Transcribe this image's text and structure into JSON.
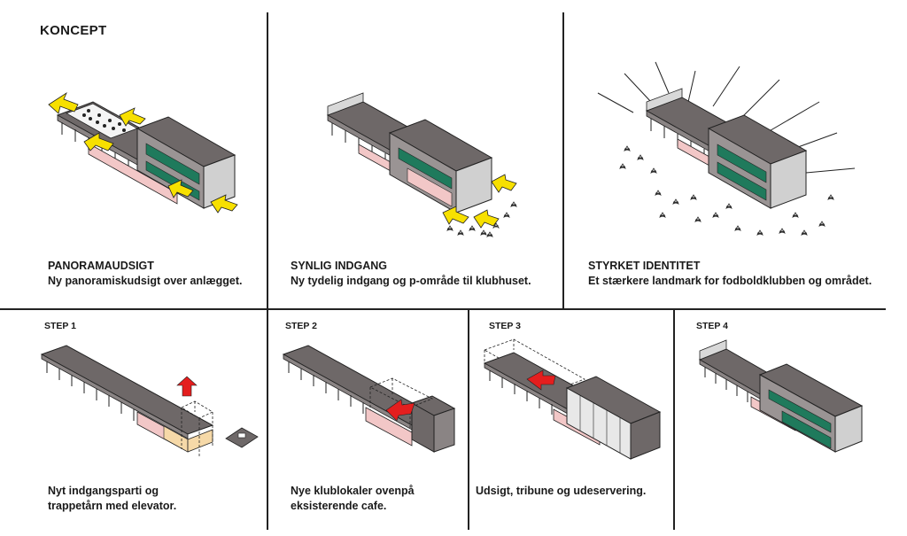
{
  "header": {
    "title": "KONCEPT"
  },
  "concepts": [
    {
      "heading": "PANORAMAUDSIGT",
      "text": "Ny panoramiskudsigt over anlægget."
    },
    {
      "heading": "SYNLIG INDGANG",
      "text": "Ny tydelig indgang og p-område til klubhuset."
    },
    {
      "heading": "STYRKET IDENTITET",
      "text": "Et stærkere landmark for fodboldklubben og området."
    }
  ],
  "steps": [
    {
      "label": "STEP 1",
      "caption_line1": "Nyt indgangsparti og",
      "caption_line2": "trappetårn med elevator."
    },
    {
      "label": "STEP 2",
      "caption_line1": "Nye klublokaler ovenpå",
      "caption_line2": "eksisterende cafe."
    },
    {
      "label": "STEP 3",
      "caption_line1": "Udsigt, tribune og udeservering.",
      "caption_line2": ""
    },
    {
      "label": "STEP 4",
      "caption_line1": "",
      "caption_line2": ""
    }
  ],
  "colors": {
    "roof": "#6e6868",
    "facade_pink": "#f2c7c7",
    "glass": "#1f7a5c",
    "arrow_yellow": "#f7e000",
    "arrow_red": "#e41e1e",
    "side_grey": "#d0d0d0"
  }
}
